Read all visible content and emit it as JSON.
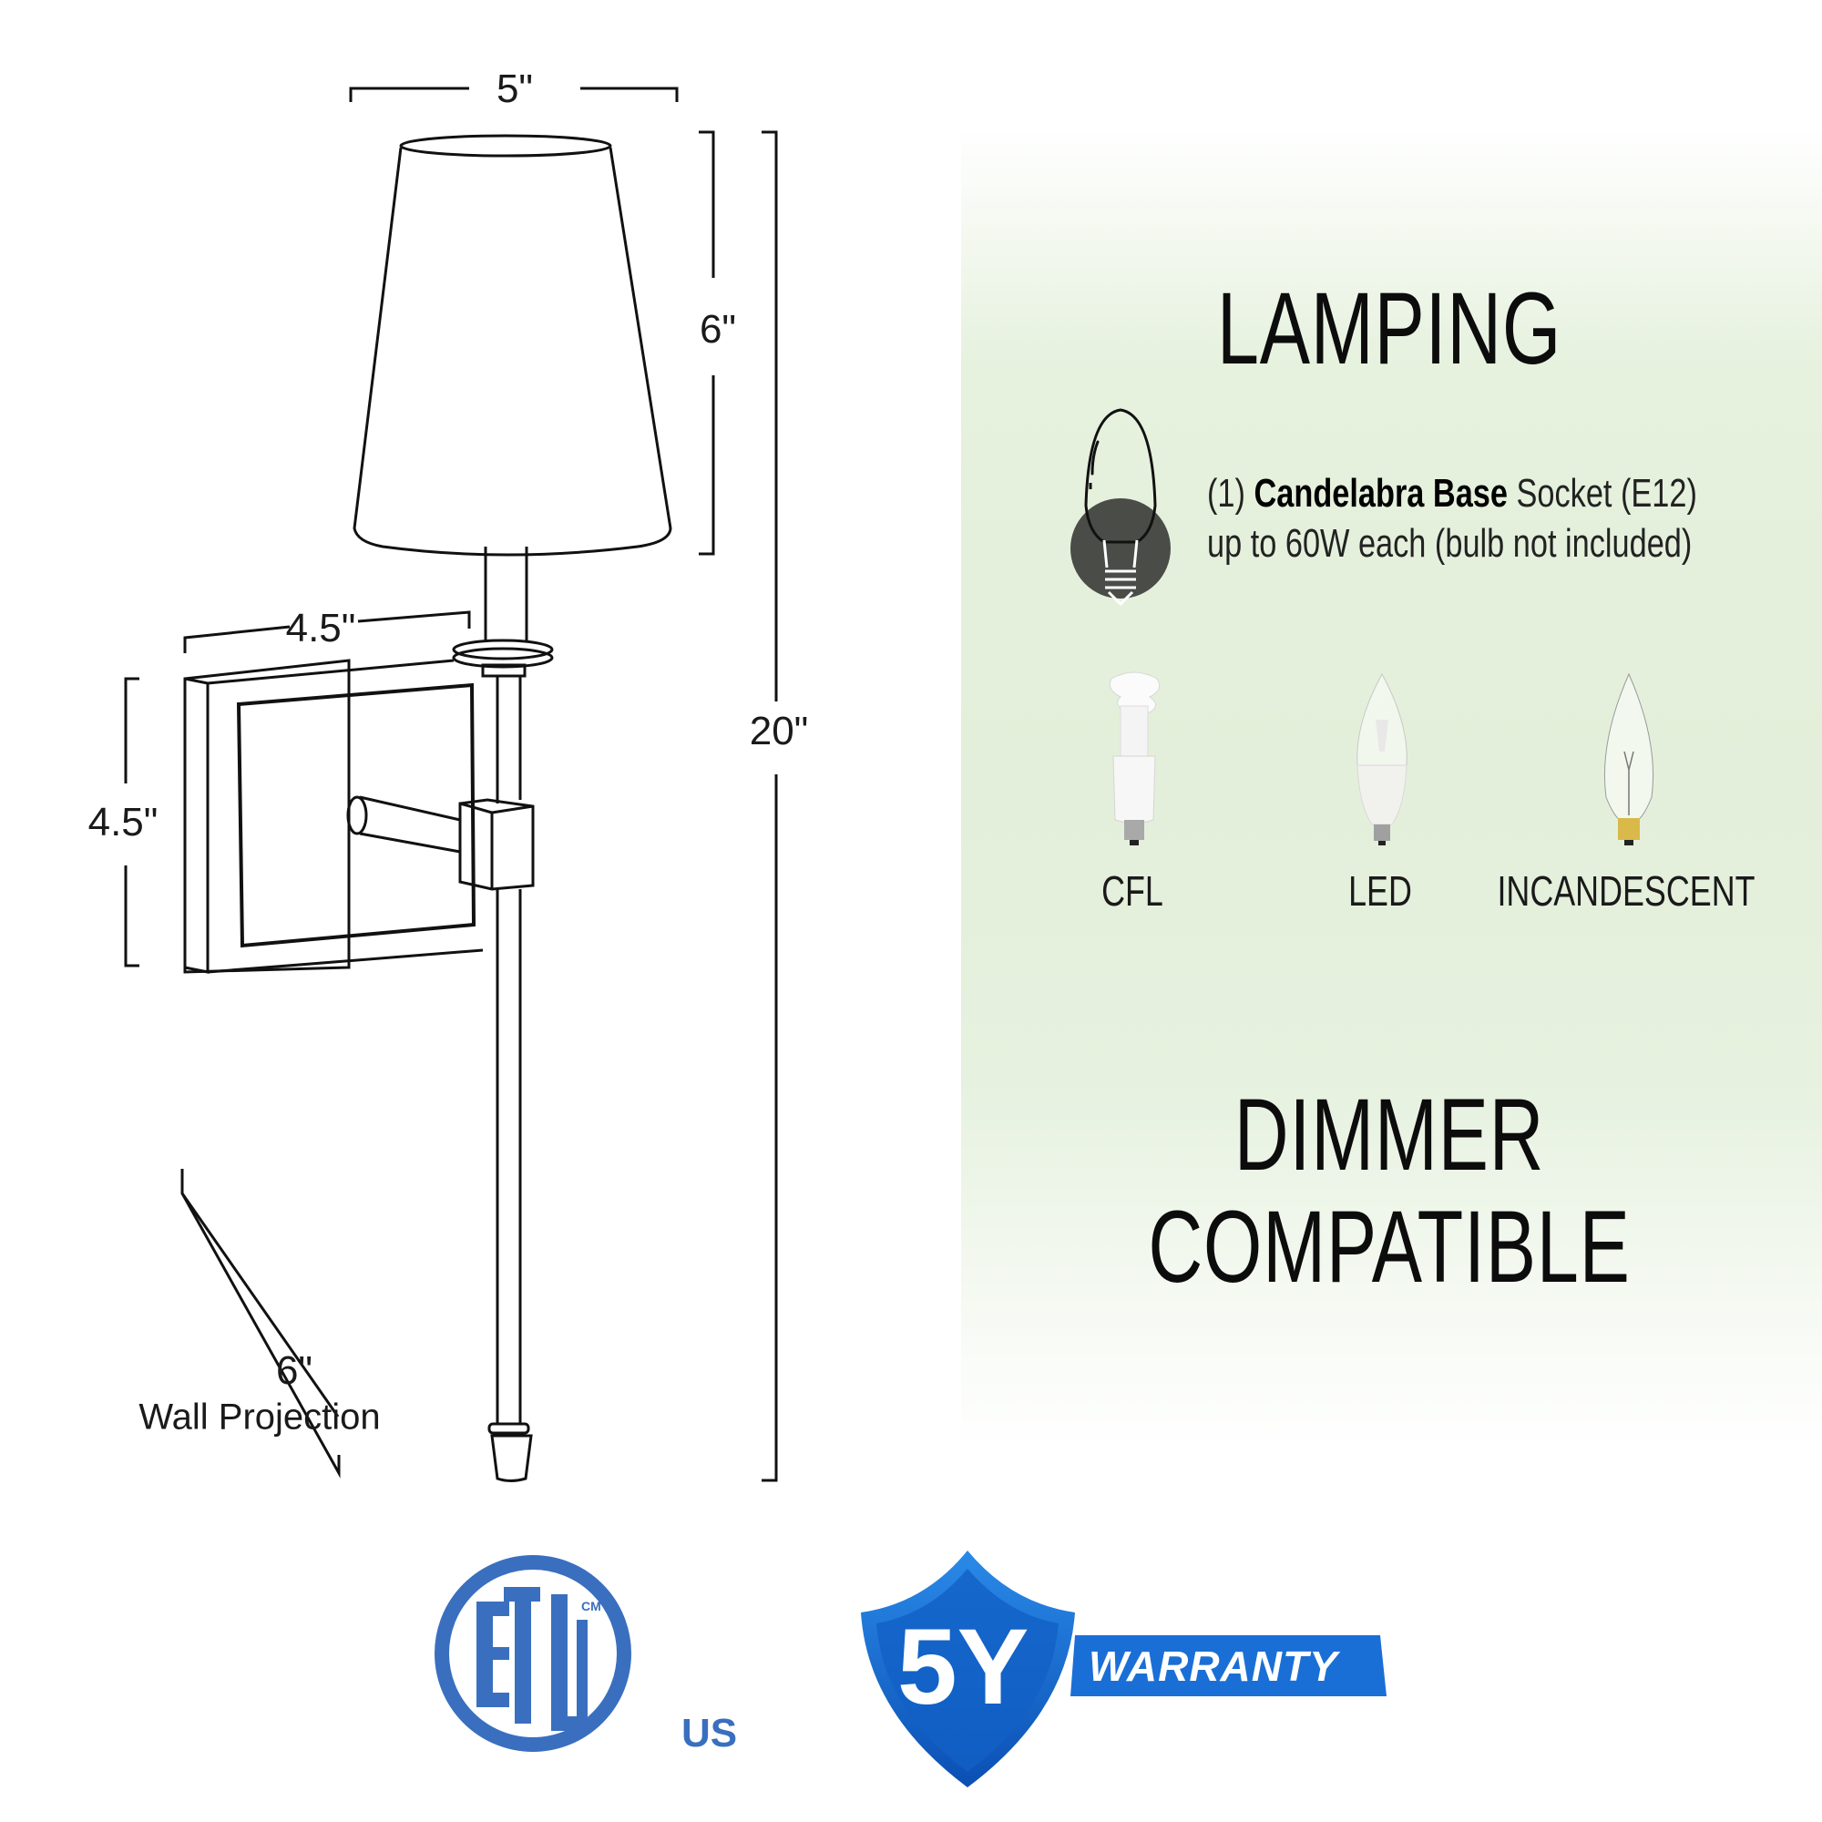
{
  "dimensions": {
    "shade_width": "5\"",
    "shade_height": "6\"",
    "overall_height": "20\"",
    "backplate_width": "4.5\"",
    "backplate_height": "4.5\"",
    "projection_value": "6\"",
    "projection_caption": "Wall Projection"
  },
  "lamping": {
    "title": "LAMPING",
    "icon": "candelabra-bulb-icon",
    "socket_prefix": "(1) ",
    "socket_bold": "Candelabra Base",
    "socket_suffix": " Socket (E12)",
    "wattage_line": "up to 60W each (bulb not included)",
    "bulb_types": [
      {
        "label": "CFL",
        "icon": "cfl-bulb-icon"
      },
      {
        "label": "LED",
        "icon": "led-bulb-icon"
      },
      {
        "label": "INCANDESCENT",
        "icon": "incandescent-bulb-icon"
      }
    ]
  },
  "dimmer": {
    "line1": "DIMMER",
    "line2": "COMPATIBLE"
  },
  "certification": {
    "mark": "ETL",
    "superscript": "CM",
    "region": "US",
    "color": "#3a6fbf"
  },
  "warranty": {
    "years": "5Y",
    "label": "WARRANTY",
    "shield_color": "#1565c8",
    "banner_color": "#1a6fd6"
  },
  "colors": {
    "panel_green": "#e4efda",
    "line": "#111111",
    "icon_dark": "#4a4d47"
  }
}
